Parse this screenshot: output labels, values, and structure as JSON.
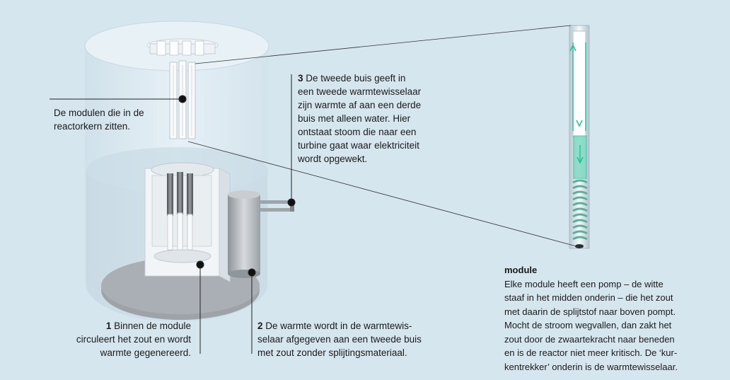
{
  "colors": {
    "background": "#d6e6ef",
    "accent": "#2dbf9c",
    "text": "#1a1a1a"
  },
  "labels": {
    "modules_in_core": [
      "De modulen die in de",
      "reactorkern zitten."
    ],
    "step3": {
      "number": "3",
      "lines": [
        "De tweede buis geeft in",
        "een tweede warmtewisselaar",
        "zijn warmte af aan een derde",
        "buis met alleen water. Hier",
        "ontstaat stoom die naar een",
        "turbine gaat waar elektriciteit",
        "wordt opgewekt."
      ]
    },
    "step1": {
      "number": "1",
      "lines": [
        "Binnen de module",
        "circuleert het zout en wordt",
        "warmte gegenereerd."
      ]
    },
    "step2": {
      "number": "2",
      "lines": [
        "De warmte wordt in de warmtewis-",
        "selaar afgegeven aan een tweede buis",
        "met zout zonder splijtingsmateriaal."
      ]
    },
    "module": {
      "title": "module",
      "lines": [
        "Elke module heeft een pomp – de witte",
        "staaf in het midden onderin – die het zout",
        "met daarin de splijtstof naar boven pompt.",
        "Mocht de stroom wegvallen, dan zakt het",
        "zout door de zwaartekracht naar beneden",
        "en is de reactor niet meer kritisch. De ‘kur-",
        "kentrekker’ onderin is de warmtewisselaar."
      ]
    }
  }
}
